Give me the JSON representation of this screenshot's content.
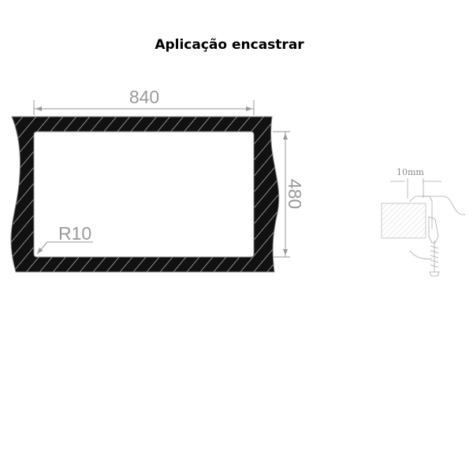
{
  "title": "Aplicação encastrar",
  "dimensions": {
    "width": "840",
    "depth": "480",
    "radius": "R10"
  },
  "detail": {
    "gap_label": "10mm"
  },
  "colors": {
    "frame": "#111111",
    "dimension": "#999999",
    "detail": "#aaaaaa"
  }
}
